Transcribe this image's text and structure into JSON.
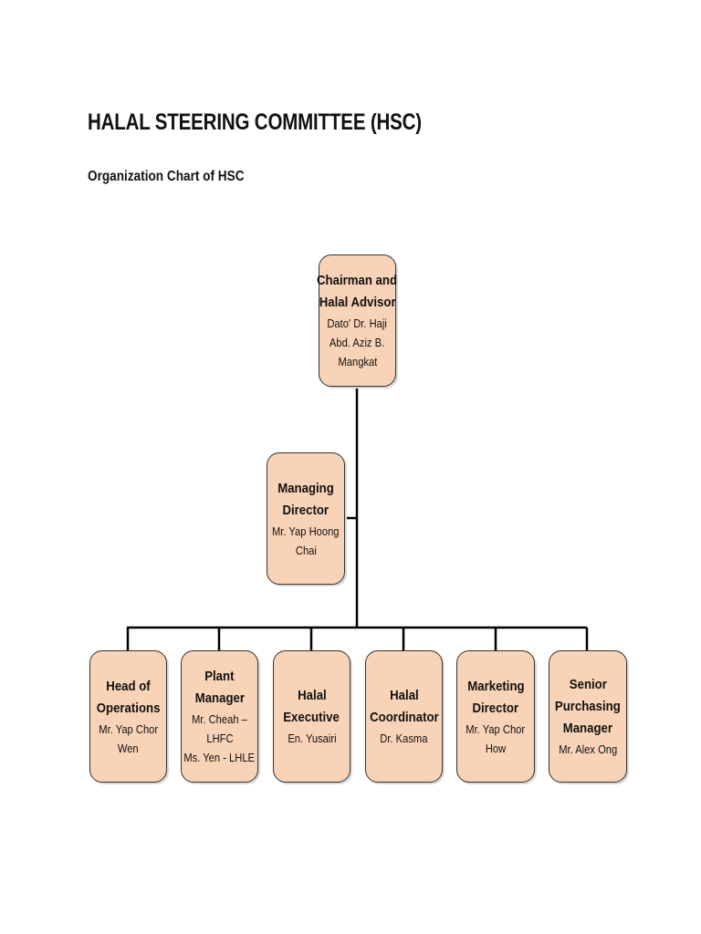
{
  "header": {
    "title": "HALAL STEERING COMMITTEE (HSC)",
    "subtitle": "Organization Chart of HSC"
  },
  "colors": {
    "box_fill": "#f8d3b7",
    "box_border": "#333333",
    "connector": "#000000"
  },
  "chart": {
    "chairman": {
      "role": [
        "Chairman and",
        "Halal Advisor"
      ],
      "name": [
        "Dato' Dr. Haji",
        "Abd. Aziz B.",
        "Mangkat"
      ]
    },
    "managing_director": {
      "role": [
        "Managing",
        "Director"
      ],
      "name": [
        "Mr. Yap Hoong",
        "Chai"
      ]
    },
    "staff": [
      {
        "role": [
          "Head of",
          "Operations"
        ],
        "name": [
          "Mr. Yap Chor",
          "Wen"
        ]
      },
      {
        "role": [
          "Plant",
          "Manager"
        ],
        "name": [
          "Mr. Cheah –",
          "LHFC",
          "Ms. Yen - LHLE"
        ]
      },
      {
        "role": [
          "Halal",
          "Executive"
        ],
        "name": [
          "En. Yusairi"
        ]
      },
      {
        "role": [
          "Halal",
          "Coordinator"
        ],
        "name": [
          "Dr. Kasma"
        ]
      },
      {
        "role": [
          "Marketing",
          "Director"
        ],
        "name": [
          "Mr. Yap Chor",
          "How"
        ]
      },
      {
        "role": [
          "Senior",
          "Purchasing",
          "Manager"
        ],
        "name": [
          "Mr. Alex Ong"
        ]
      }
    ]
  }
}
